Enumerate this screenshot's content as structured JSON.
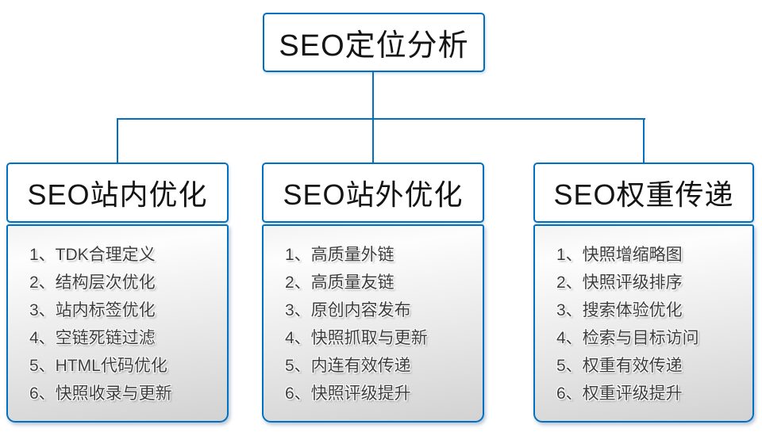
{
  "diagram": {
    "root": {
      "title": "SEO定位分析"
    },
    "branches": [
      {
        "title": "SEO站内优化",
        "items": [
          "1、TDK合理定义",
          "2、结构层次优化",
          "3、站内标签优化",
          "4、空链死链过滤",
          "5、HTML代码优化",
          "6、快照收录与更新"
        ]
      },
      {
        "title": "SEO站外优化",
        "items": [
          "1、高质量外链",
          "2、高质量友链",
          "3、原创内容发布",
          "4、快照抓取与更新",
          "5、内连有效传递",
          "6、快照评级提升"
        ]
      },
      {
        "title": "SEO权重传递",
        "items": [
          "1、快照增缩略图",
          "2、快照评级排序",
          "3、搜索体验优化",
          "4、检索与目标访问",
          "5、权重有效传递",
          "6、权重评级提升"
        ]
      }
    ],
    "colors": {
      "line": "#0070c0",
      "border": "#0070c0",
      "title_text": "#141414",
      "item_text": "#3d3d3d",
      "background": "#ffffff",
      "panel_gradient_start": "#f3f3f3",
      "panel_gradient_end": "#d2d2d2"
    }
  }
}
